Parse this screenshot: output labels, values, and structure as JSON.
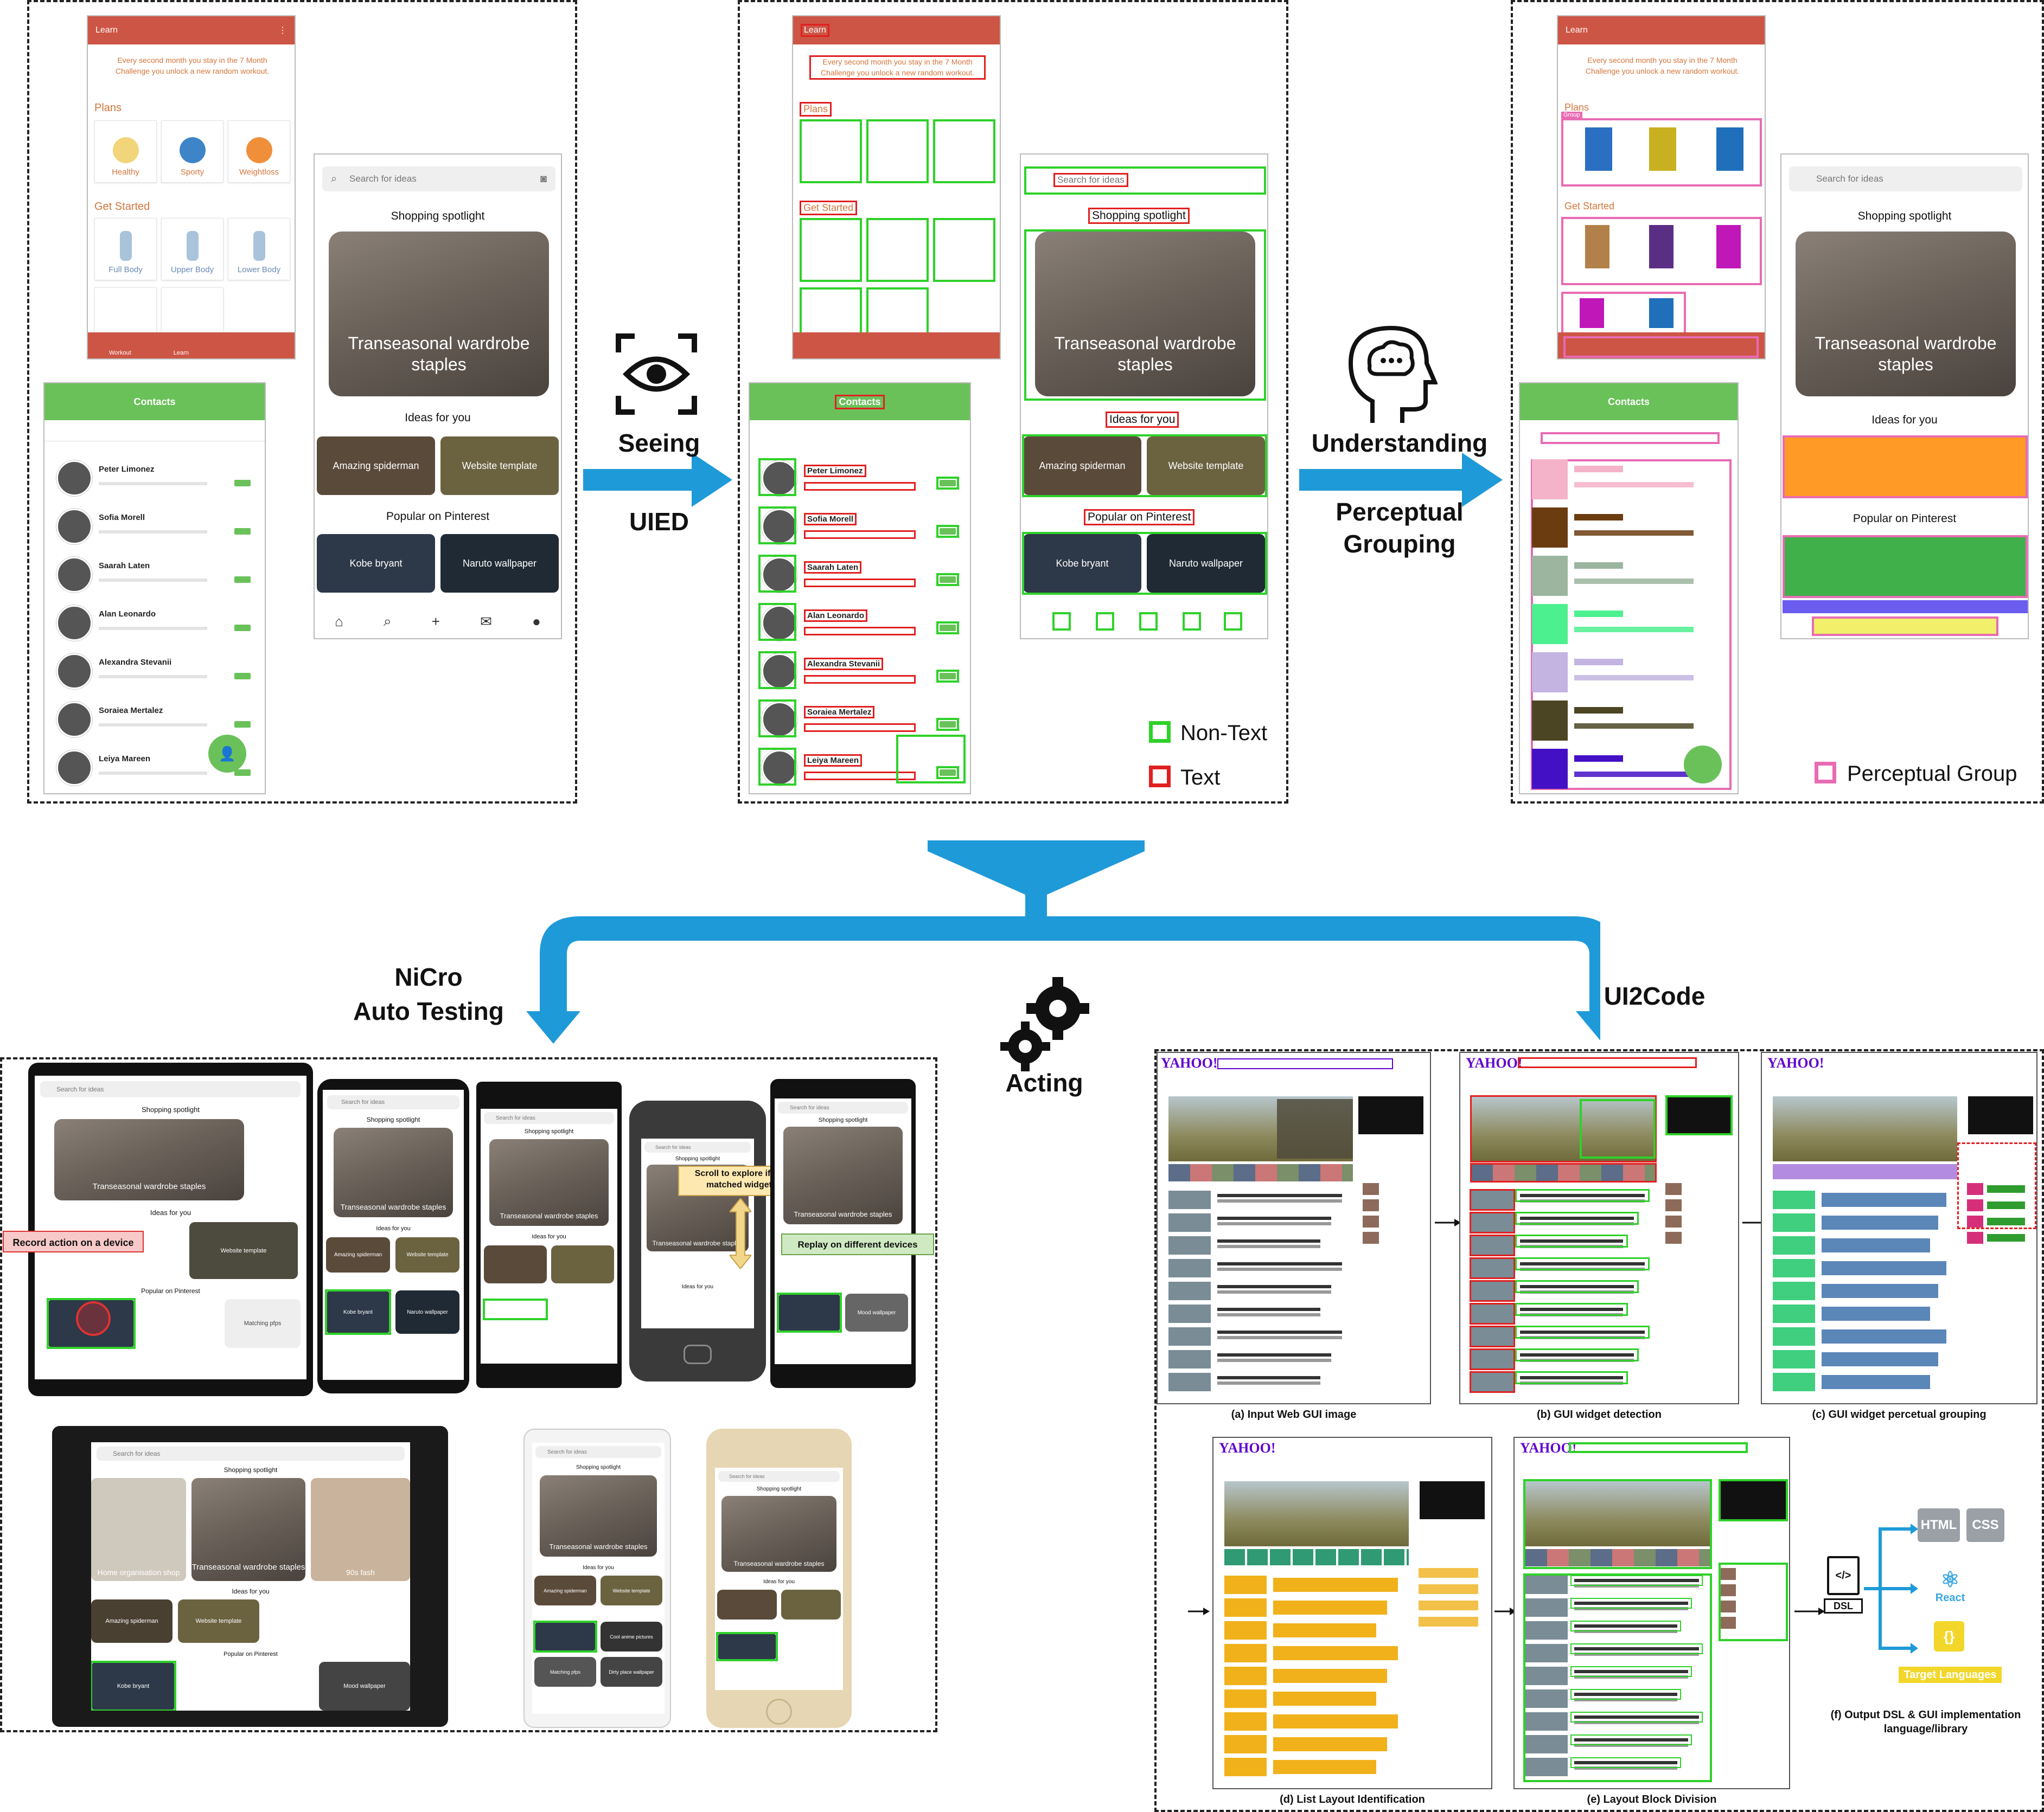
{
  "learn": {
    "title": "Learn",
    "tagline": "Every second month you stay in the 7 Month Challenge you unlock a new random workout.",
    "plans": "Plans",
    "plan_items": [
      "Healthy",
      "Sporty",
      "Weightloss"
    ],
    "get_started": "Get Started",
    "start_items": [
      "Full Body",
      "Upper Body",
      "Lower Body"
    ],
    "nav": [
      "Workout",
      "Learn"
    ]
  },
  "contacts": {
    "title": "Contacts",
    "people": [
      {
        "name": "Peter Limonez"
      },
      {
        "name": "Sofia Morell"
      },
      {
        "name": "Saarah Laten"
      },
      {
        "name": "Alan Leonardo"
      },
      {
        "name": "Alexandra Stevanii"
      },
      {
        "name": "Soraiea Mertalez"
      },
      {
        "name": "Leiya Mareen"
      }
    ]
  },
  "pinterest": {
    "search_placeholder": "Search for ideas",
    "spotlight": "Shopping spotlight",
    "hero_text": "Transeasonal wardrobe staples",
    "ideas": "Ideas for you",
    "idea_tiles": [
      "Amazing spiderman",
      "Website template"
    ],
    "popular": "Popular on Pinterest",
    "popular_tiles": [
      "Kobe bryant",
      "Naruto wallpaper"
    ]
  },
  "stages": {
    "seeing": "Seeing",
    "uied": "UIED",
    "understanding": "Understanding",
    "perceptual_grouping": "Perceptual Grouping",
    "acting": "Acting",
    "nicro": "NiCro",
    "auto_testing": "Auto Testing",
    "ui2code": "UI2Code"
  },
  "legend": {
    "non_text": "Non-Text",
    "text": "Text",
    "perceptual_group": "Perceptual Group",
    "group_tag": "Group"
  },
  "nicro_notes": {
    "record": "Record action on a device",
    "scroll": "Scroll to explore if no matched widget",
    "replay": "Replay on different devices",
    "extra_tiles": [
      "Home organisation shop",
      "90s fash",
      "Mood wallpaper",
      "Matching pfps",
      "Cool anime pictures",
      "Dirty place wallpaper"
    ]
  },
  "ui2code": {
    "captions": [
      "(a) Input Web GUI image",
      "(b) GUI widget detection",
      "(c) GUI widget percetual grouping",
      "(d) List Layout Identification",
      "(e) Layout Block Division",
      "(f) Output DSL & GUI implementation language/library"
    ],
    "brand": "YAHOO!",
    "dsl": "DSL",
    "langs": [
      "HTML",
      "CSS",
      "React",
      "Target Languages"
    ]
  },
  "colors": {
    "learn_red": "#cd5545",
    "contacts_green": "#6ac15a",
    "detect_green": "#2fd12a",
    "detect_red": "#e02020",
    "group_pink": "#e86bb3",
    "arrow_blue": "#1f9ad8"
  }
}
